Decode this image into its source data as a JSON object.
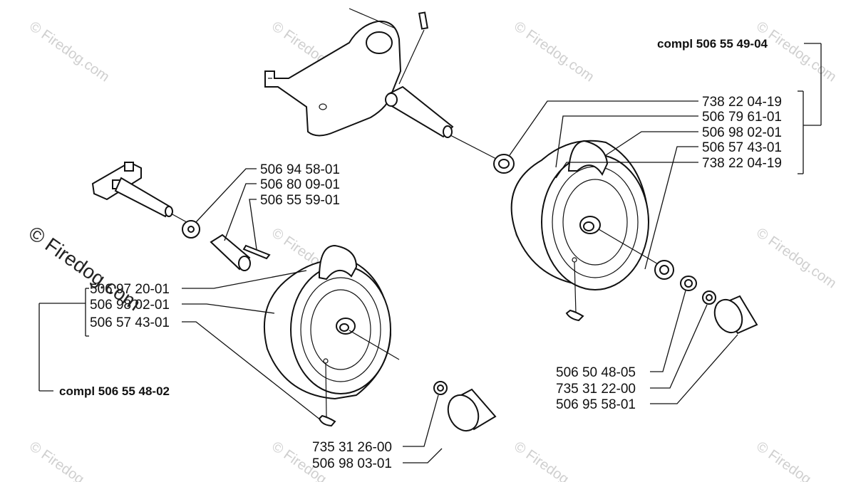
{
  "watermark": "© Firedog.com",
  "right_group": {
    "compl": "compl 506 55 49-04",
    "parts": [
      "738 22 04-19",
      "506 79 61-01",
      "506 98 02-01",
      "506 57 43-01",
      "738 22 04-19"
    ]
  },
  "left_group": {
    "compl": "compl 506 55 48-02",
    "parts": [
      "506 97 20-01",
      "506 98 02-01",
      "506 57 43-01"
    ]
  },
  "axle_parts": [
    "506 94 58-01",
    "506 80 09-01",
    "506 55 59-01"
  ],
  "right_cap_parts": [
    "506 50 48-05",
    "735 31 22-00",
    "506 95 58-01"
  ],
  "left_cap_parts": [
    "735 31 26-00",
    "506 98 03-01"
  ]
}
